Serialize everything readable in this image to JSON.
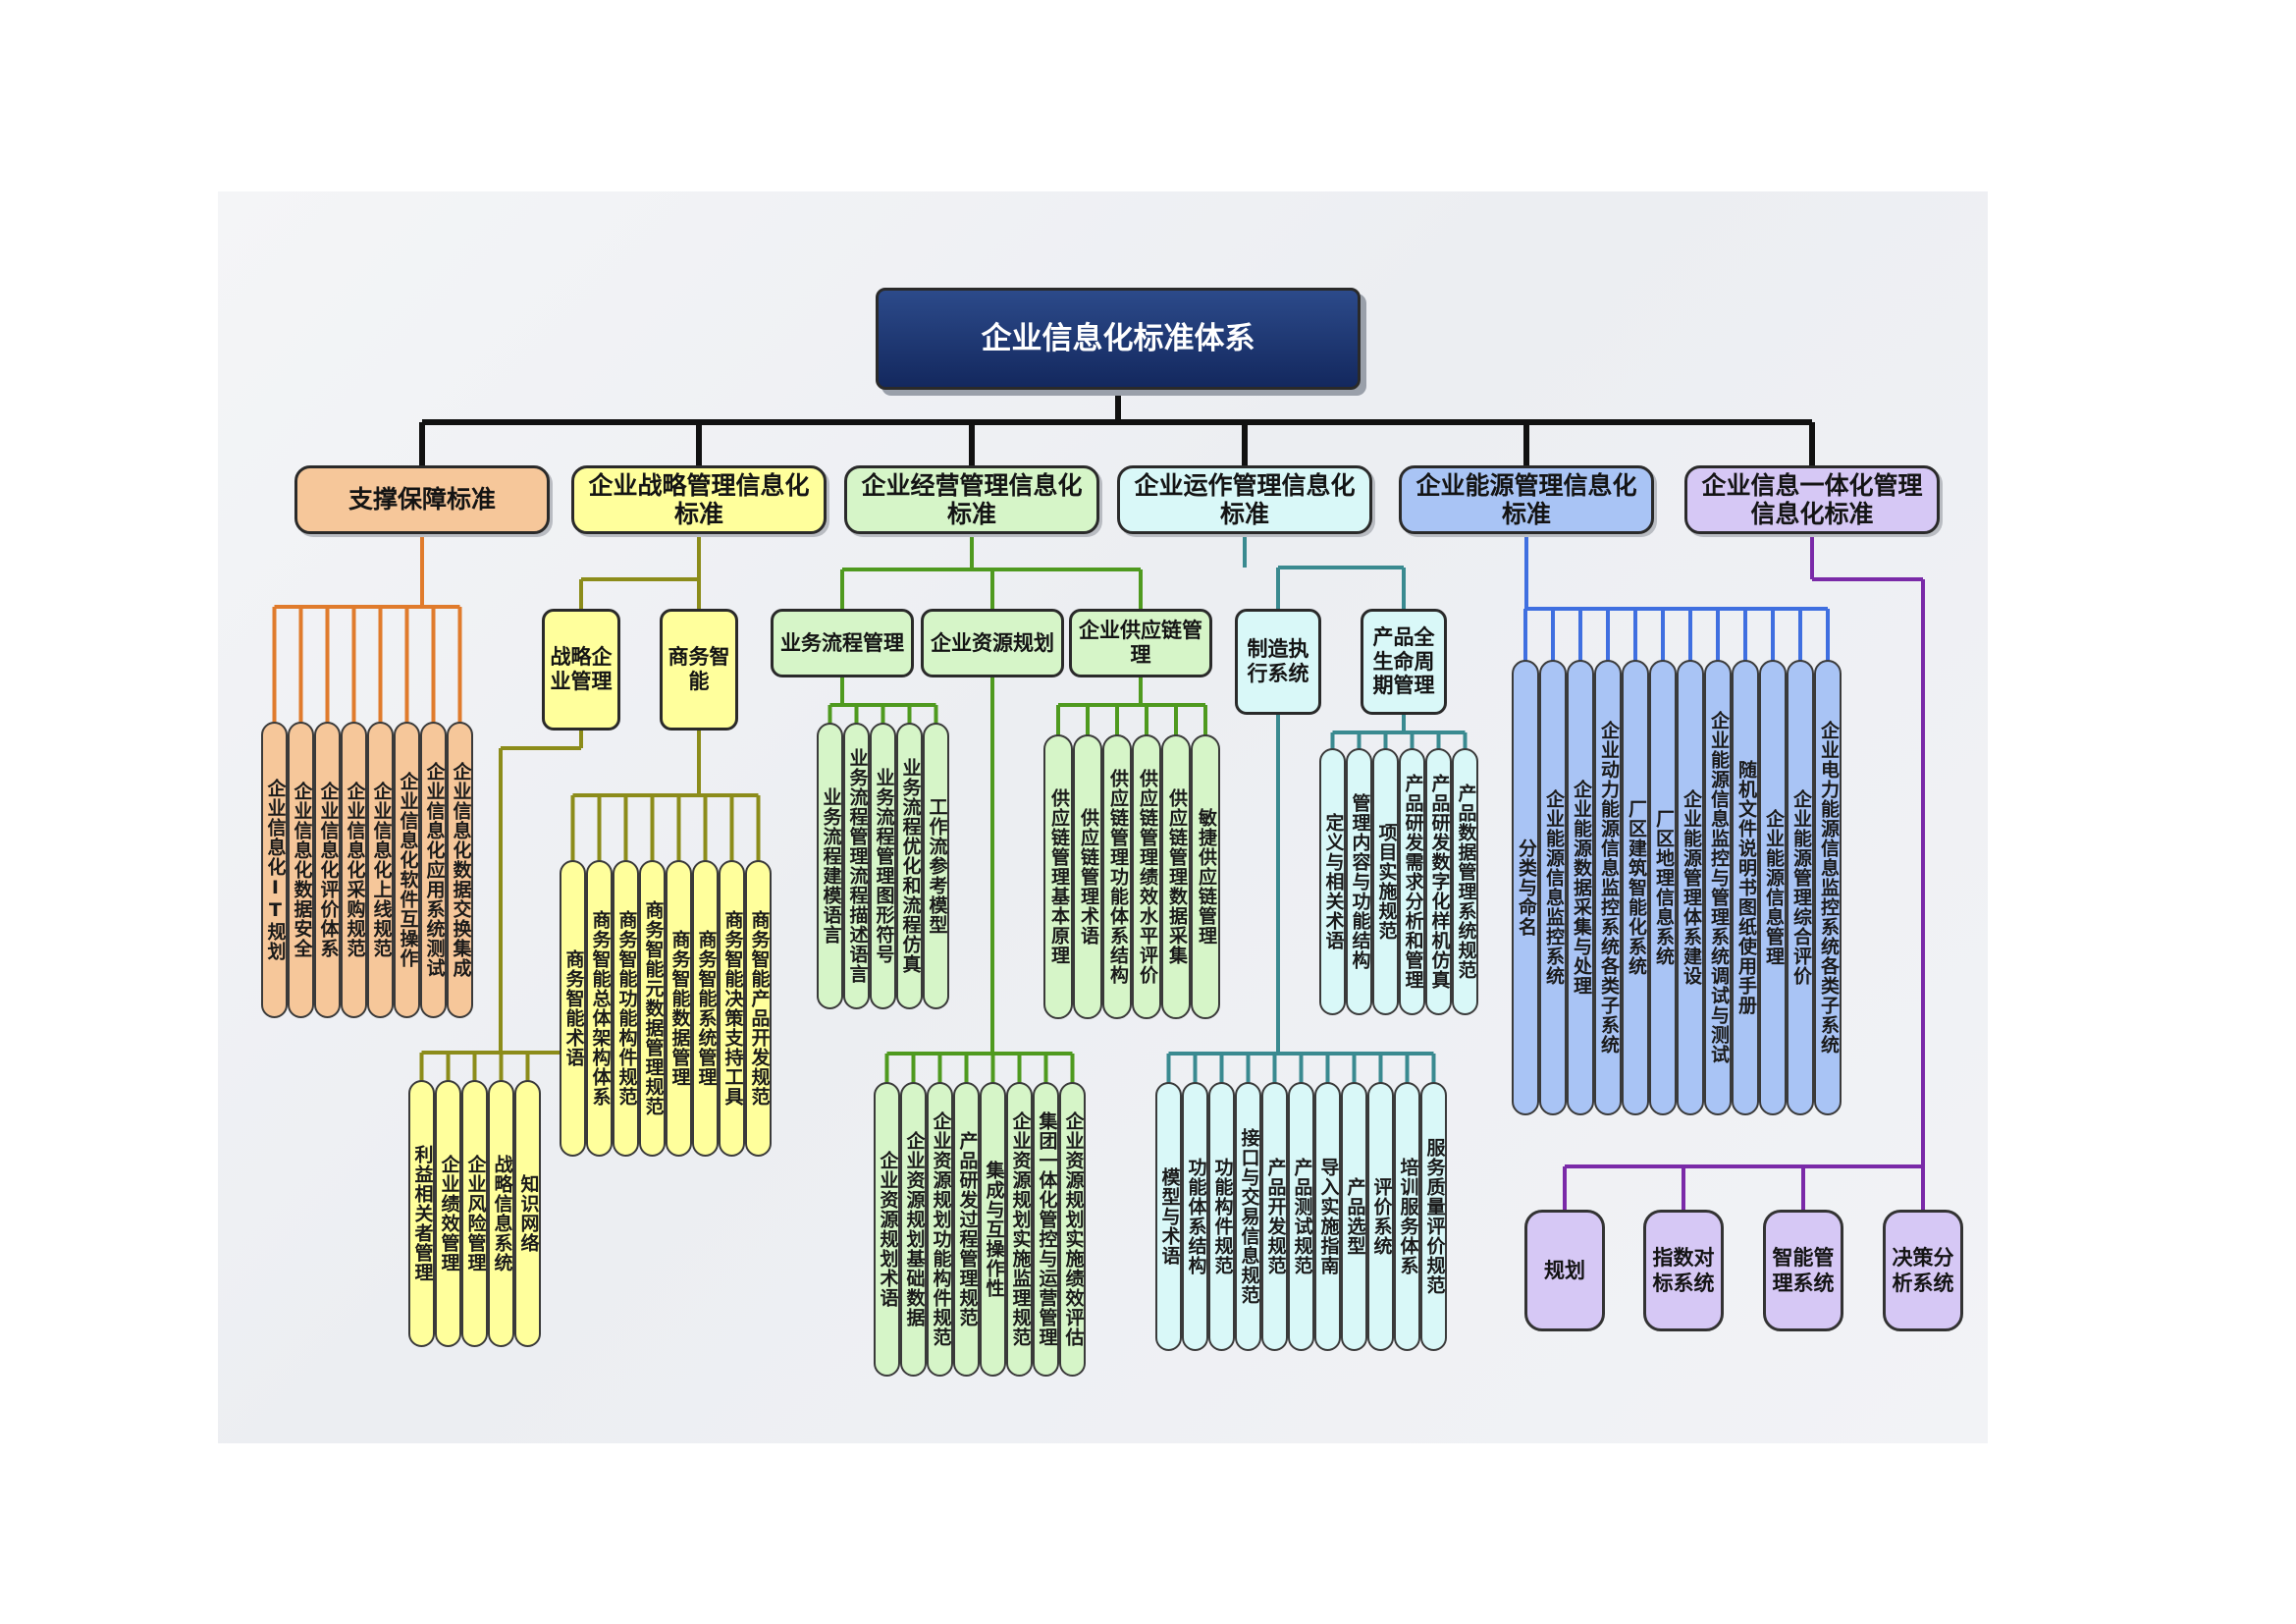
{
  "root": "企业信息化标准体系",
  "categories": [
    {
      "label": "支撑保障标准",
      "color": "#f6c79a",
      "line": "#e07b2c"
    },
    {
      "label": "企业战略管理信息化标准",
      "color": "#ffff9c",
      "line": "#8c8c1a"
    },
    {
      "label": "企业经营管理信息化标准",
      "color": "#d6f5c8",
      "line": "#4f9a1f"
    },
    {
      "label": "企业运作管理信息化标准",
      "color": "#d9f8f8",
      "line": "#3a8a90"
    },
    {
      "label": "企业能源管理信息化标准",
      "color": "#a9c4f5",
      "line": "#3f6fe0"
    },
    {
      "label": "企业信息一体化管理信息化标准",
      "color": "#d6c8f5",
      "line": "#7a2aa8"
    }
  ],
  "groups": [
    {
      "label": "战略企业管理",
      "cat": 1
    },
    {
      "label": "商务智能",
      "cat": 1
    },
    {
      "label": "业务流程管理",
      "cat": 2
    },
    {
      "label": "企业资源规划",
      "cat": 2
    },
    {
      "label": "企业供应链管理",
      "cat": 2
    },
    {
      "label": "制造执行系统",
      "cat": 3
    },
    {
      "label": "产品全生命周期管理",
      "cat": 3
    }
  ],
  "leaf_sets": [
    {
      "id": "support",
      "cat": 0,
      "items": [
        "企业信息化IT规划",
        "企业信息化数据安全",
        "企业信息化评价体系",
        "企业信息化采购规范",
        "企业信息化上线规范",
        "企业信息化软件互操作",
        "企业信息化应用系统测试",
        "企业信息化数据交换集成"
      ]
    },
    {
      "id": "strategy",
      "cat": 1,
      "items": [
        "利益相关者管理",
        "企业绩效管理",
        "企业风险管理",
        "战略信息系统",
        "知识网络"
      ]
    },
    {
      "id": "bi",
      "cat": 1,
      "items": [
        "商务智能术语",
        "商务智能总体架构体系",
        "商务智能功能构件规范",
        "商务智能元数据管理规范",
        "商务智能数据管理",
        "商务智能系统管理",
        "商务智能决策支持工具",
        "商务智能产品开发规范"
      ]
    },
    {
      "id": "bpm",
      "cat": 2,
      "items": [
        "业务流程建模语言",
        "业务流程管理流程描述语言",
        "业务流程管理图形符号",
        "业务流程优化和流程仿真",
        "工作流参考模型"
      ]
    },
    {
      "id": "erp",
      "cat": 2,
      "items": [
        "企业资源规划术语",
        "企业资源规划基础数据",
        "企业资源规划功能构件规范",
        "产品研发过程管理规范",
        "集成与互操作性",
        "企业资源规划实施监理规范",
        "集团一体化管控与运营管理",
        "企业资源规划实施绩效评估"
      ]
    },
    {
      "id": "scm",
      "cat": 2,
      "items": [
        "供应链管理基本原理",
        "供应链管理术语",
        "供应链管理功能体系结构",
        "供应链管理绩效水平评价",
        "供应链管理数据采集",
        "敏捷供应链管理"
      ]
    },
    {
      "id": "mes",
      "cat": 3,
      "items": [
        "模型与术语",
        "功能体系结构",
        "功能构件规范",
        "接口与交易信息规范",
        "产品开发规范",
        "产品测试规范",
        "导入实施指南",
        "产品选型",
        "评价系统",
        "培训服务体系",
        "服务质量评价规范"
      ]
    },
    {
      "id": "plm",
      "cat": 3,
      "items": [
        "定义与相关术语",
        "管理内容与功能结构",
        "项目实施规范",
        "产品研发需求分析和管理",
        "产品研发数字化样机仿真",
        "产品数据管理系统规范"
      ]
    },
    {
      "id": "energy",
      "cat": 4,
      "items": [
        "分类与命名",
        "企业能源信息监控系统",
        "企业能源数据采集与处理",
        "企业动力能源信息监控系统各类子系统",
        "厂区建筑智能化系统",
        "厂区地理信息系统",
        "企业能源管理体系建设",
        "企业能源信息监控与管理系统调试与测试",
        "随机文件说明书图纸使用手册",
        "企业能源信息管理",
        "企业能源管理综合评价",
        "企业电力能源信息监控系统各类子系统"
      ]
    },
    {
      "id": "integ",
      "cat": 5,
      "items": [
        "规划",
        "指数对标系统",
        "智能管理系统",
        "决策分析系统"
      ]
    }
  ]
}
